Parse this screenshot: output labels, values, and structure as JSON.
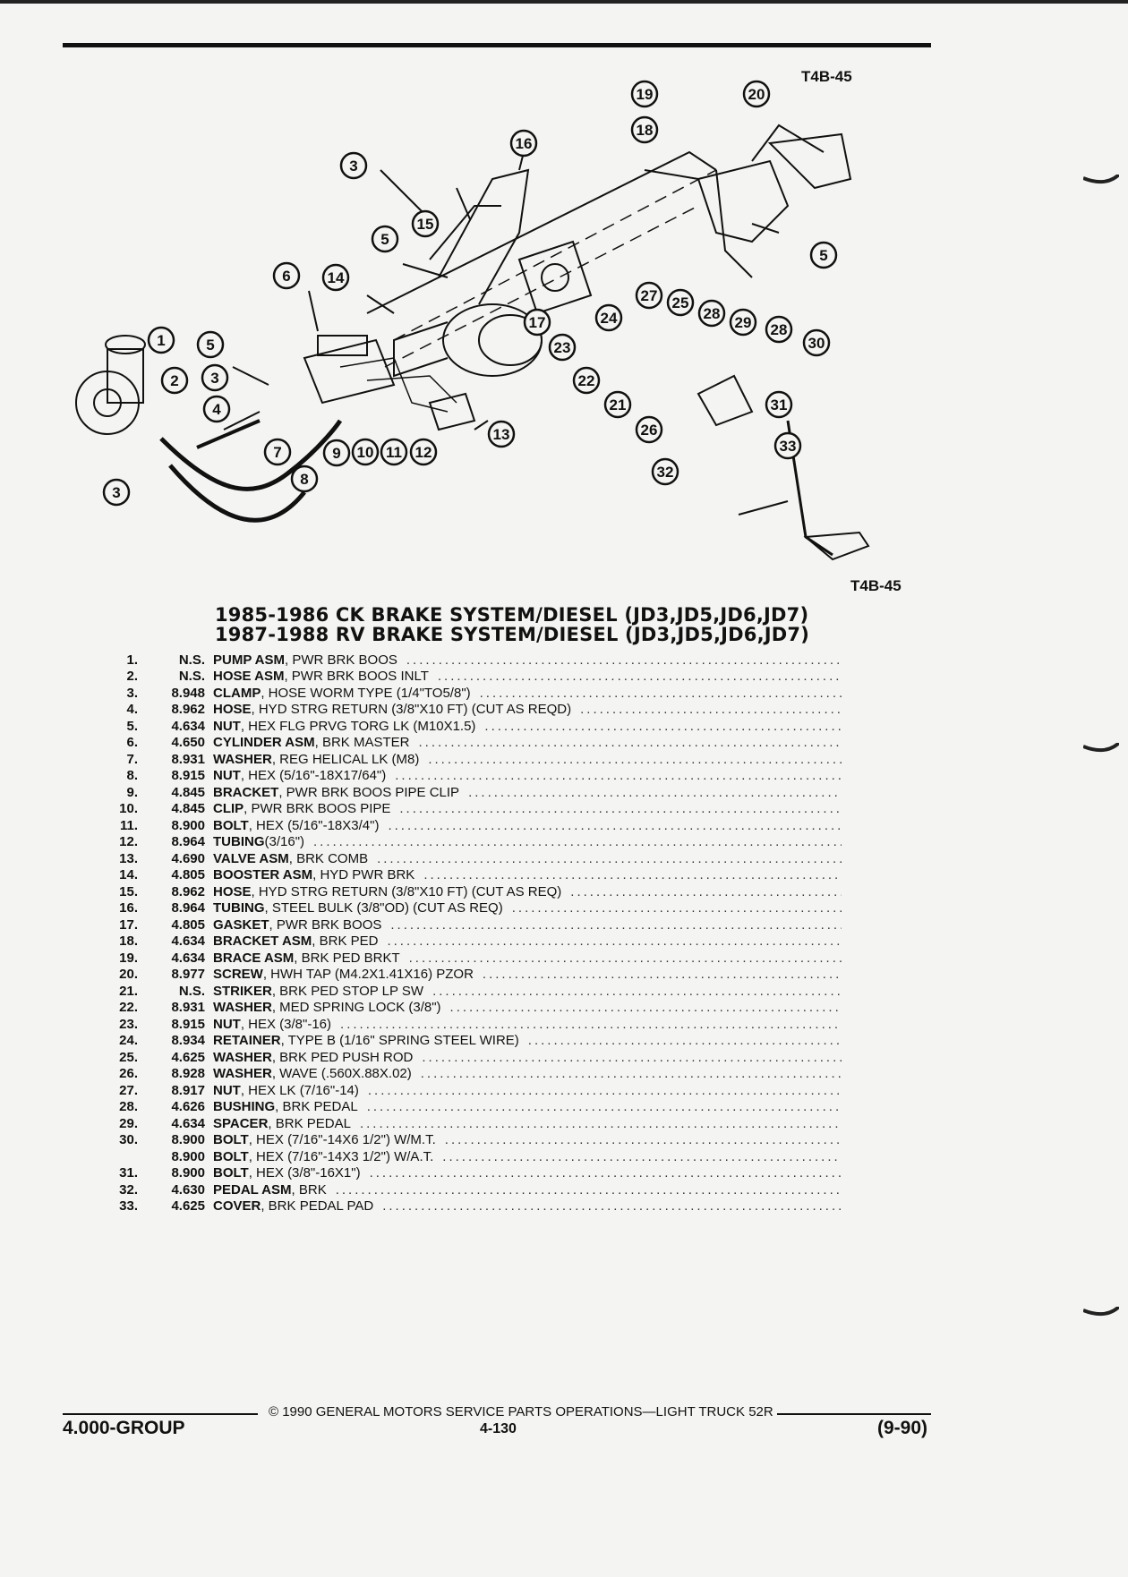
{
  "figure_code_top": "T4B-45",
  "figure_code_bottom": "T4B-45",
  "title_lines": [
    "1985-1986 CK BRAKE SYSTEM/DIESEL (JD3,JD5,JD6,JD7)",
    "1987-1988 RV BRAKE SYSTEM/DIESEL (JD3,JD5,JD6,JD7)"
  ],
  "callouts": [
    "1",
    "2",
    "3",
    "3",
    "3",
    "4",
    "5",
    "5",
    "5",
    "6",
    "7",
    "8",
    "9",
    "10",
    "11",
    "12",
    "13",
    "14",
    "15",
    "16",
    "17",
    "18",
    "19",
    "20",
    "21",
    "22",
    "23",
    "24",
    "25",
    "26",
    "27",
    "28",
    "28",
    "29",
    "30",
    "31",
    "32",
    "33"
  ],
  "parts": [
    {
      "num": "1.",
      "code": "N.S.",
      "name": "PUMP ASM",
      "desc": ", PWR BRK BOOS"
    },
    {
      "num": "2.",
      "code": "N.S.",
      "name": "HOSE ASM",
      "desc": ", PWR BRK BOOS INLT"
    },
    {
      "num": "3.",
      "code": "8.948",
      "name": "CLAMP",
      "desc": ", HOSE WORM TYPE (1/4\"TO5/8\")"
    },
    {
      "num": "4.",
      "code": "8.962",
      "name": "HOSE",
      "desc": ", HYD STRG RETURN (3/8\"X10 FT) (CUT AS REQD)"
    },
    {
      "num": "5.",
      "code": "4.634",
      "name": "NUT",
      "desc": ", HEX FLG PRVG TORG LK (M10X1.5)"
    },
    {
      "num": "6.",
      "code": "4.650",
      "name": "CYLINDER ASM",
      "desc": ", BRK MASTER"
    },
    {
      "num": "7.",
      "code": "8.931",
      "name": "WASHER",
      "desc": ", REG HELICAL LK (M8)"
    },
    {
      "num": "8.",
      "code": "8.915",
      "name": "NUT",
      "desc": ", HEX (5/16\"-18X17/64\")"
    },
    {
      "num": "9.",
      "code": "4.845",
      "name": "BRACKET",
      "desc": ", PWR BRK BOOS PIPE CLIP"
    },
    {
      "num": "10.",
      "code": "4.845",
      "name": "CLIP",
      "desc": ", PWR BRK BOOS PIPE"
    },
    {
      "num": "11.",
      "code": "8.900",
      "name": "BOLT",
      "desc": ", HEX (5/16\"-18X3/4\")"
    },
    {
      "num": "12.",
      "code": "8.964",
      "name": "TUBING",
      "desc": " (3/16\")"
    },
    {
      "num": "13.",
      "code": "4.690",
      "name": "VALVE ASM",
      "desc": ", BRK COMB"
    },
    {
      "num": "14.",
      "code": "4.805",
      "name": "BOOSTER ASM",
      "desc": ", HYD PWR BRK"
    },
    {
      "num": "15.",
      "code": "8.962",
      "name": "HOSE",
      "desc": ", HYD STRG RETURN (3/8\"X10 FT) (CUT AS REQ)"
    },
    {
      "num": "16.",
      "code": "8.964",
      "name": "TUBING",
      "desc": ", STEEL BULK (3/8\"OD) (CUT AS REQ)"
    },
    {
      "num": "17.",
      "code": "4.805",
      "name": "GASKET",
      "desc": ", PWR BRK BOOS"
    },
    {
      "num": "18.",
      "code": "4.634",
      "name": "BRACKET ASM",
      "desc": ", BRK PED"
    },
    {
      "num": "19.",
      "code": "4.634",
      "name": "BRACE ASM",
      "desc": ", BRK PED BRKT"
    },
    {
      "num": "20.",
      "code": "8.977",
      "name": "SCREW",
      "desc": ", HWH TAP (M4.2X1.41X16) PZOR"
    },
    {
      "num": "21.",
      "code": "N.S.",
      "name": "STRIKER",
      "desc": ", BRK PED STOP LP SW"
    },
    {
      "num": "22.",
      "code": "8.931",
      "name": "WASHER",
      "desc": ", MED SPRING LOCK (3/8\")"
    },
    {
      "num": "23.",
      "code": "8.915",
      "name": "NUT",
      "desc": ", HEX (3/8\"-16)"
    },
    {
      "num": "24.",
      "code": "8.934",
      "name": "RETAINER",
      "desc": ", TYPE B (1/16\" SPRING STEEL WIRE)"
    },
    {
      "num": "25.",
      "code": "4.625",
      "name": "WASHER",
      "desc": ", BRK PED PUSH ROD"
    },
    {
      "num": "26.",
      "code": "8.928",
      "name": "WASHER",
      "desc": ", WAVE (.560X.88X.02)"
    },
    {
      "num": "27.",
      "code": "8.917",
      "name": "NUT",
      "desc": ", HEX LK (7/16\"-14)"
    },
    {
      "num": "28.",
      "code": "4.626",
      "name": "BUSHING",
      "desc": ", BRK PEDAL"
    },
    {
      "num": "29.",
      "code": "4.634",
      "name": "SPACER",
      "desc": ", BRK PEDAL"
    },
    {
      "num": "30.",
      "code": "8.900",
      "name": "BOLT",
      "desc": ", HEX (7/16\"-14X6 1/2\") W/M.T."
    },
    {
      "num": "",
      "code": "8.900",
      "name": "BOLT",
      "desc": ", HEX (7/16\"-14X3 1/2\") W/A.T."
    },
    {
      "num": "31.",
      "code": "8.900",
      "name": "BOLT",
      "desc": ", HEX (3/8\"-16X1\")"
    },
    {
      "num": "32.",
      "code": "4.630",
      "name": "PEDAL ASM",
      "desc": ", BRK"
    },
    {
      "num": "33.",
      "code": "4.625",
      "name": "COVER",
      "desc": ", BRK PEDAL PAD"
    }
  ],
  "footer": {
    "copyright": "© 1990 GENERAL MOTORS SERVICE PARTS OPERATIONS—LIGHT TRUCK 52R",
    "group": "4.000-GROUP",
    "page": "4-130",
    "date": "(9-90)"
  }
}
